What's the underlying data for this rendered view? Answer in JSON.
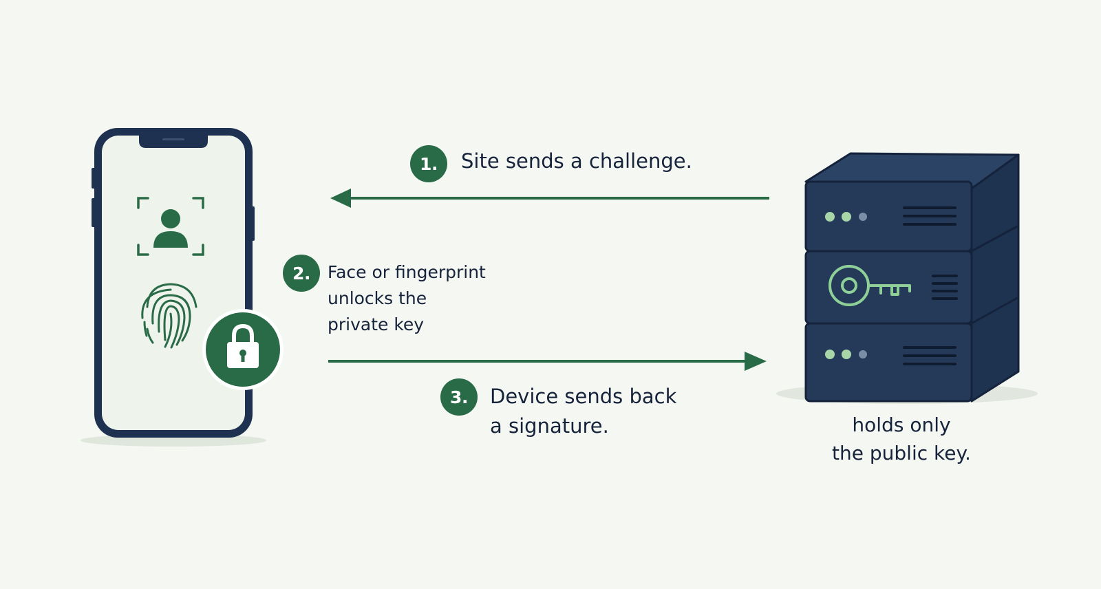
{
  "steps": [
    {
      "number": "1.",
      "lines": [
        "Site sends a challenge."
      ]
    },
    {
      "number": "2.",
      "lines": [
        "Face or fingerprint",
        "unlocks the",
        "private key"
      ]
    },
    {
      "number": "3.",
      "lines": [
        "Device sends back",
        "a signature."
      ]
    }
  ],
  "server": {
    "caption_lines": [
      "holds only",
      "the public key."
    ]
  },
  "icons": {
    "device": "smartphone-icon",
    "face": "face-scan-icon",
    "fingerprint": "fingerprint-icon",
    "lock": "padlock-icon",
    "server": "server-rack-icon",
    "key": "key-icon"
  },
  "colors": {
    "accent_green": "#2a6b47",
    "navy": "#16233a",
    "server_blue": "#243a58",
    "background": "#f4f7f2",
    "key_green": "#8fcf98"
  }
}
